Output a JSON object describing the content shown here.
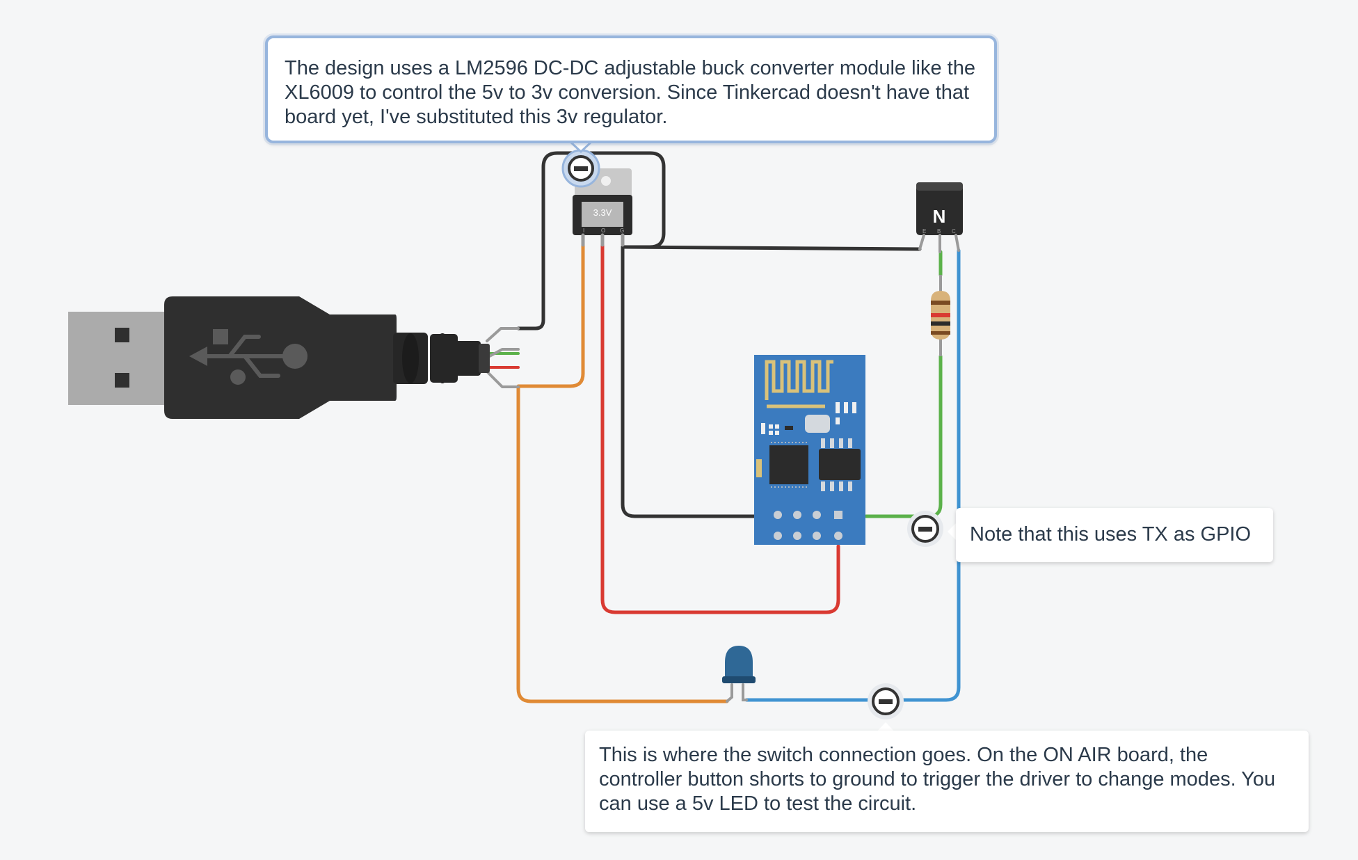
{
  "notes": {
    "regulator": "The design uses a LM2596 DC-DC adjustable buck converter module like the XL6009 to control the 5v to 3v conversion. Since Tinkercad doesn't have that board yet, I've substituted this 3v regulator.",
    "tx_gpio": "Note that this uses TX as GPIO",
    "switch": "This is where the switch connection goes. On the ON AIR board, the controller button shorts to ground to trigger the driver to change modes. You can use a 5v LED to test the circuit."
  },
  "components": {
    "regulator_label": "3.3V",
    "regulator_pins": [
      "I",
      "O",
      "G"
    ],
    "transistor_label": "N",
    "transistor_pins": [
      "E",
      "B",
      "C"
    ]
  },
  "colors": {
    "wire_black": "#333333",
    "wire_orange": "#e08a35",
    "wire_red": "#d93a32",
    "wire_green": "#5bb14a",
    "wire_blue": "#3f93d1",
    "esp_board": "#3b7bbf",
    "usb_body": "#2f2f2f",
    "note_border": "#97b5dd"
  }
}
